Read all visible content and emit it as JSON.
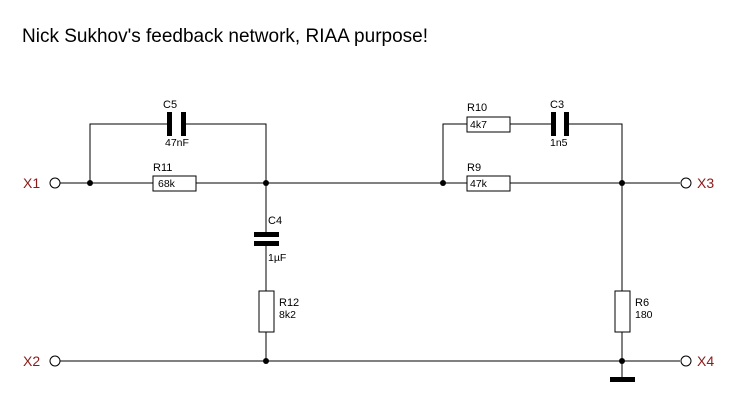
{
  "title": "Nick Sukhov's feedback network, RIAA purpose!",
  "terminals": {
    "x1": "X1",
    "x2": "X2",
    "x3": "X3",
    "x4": "X4"
  },
  "components": {
    "c5": {
      "ref": "C5",
      "value": "47nF"
    },
    "r11": {
      "ref": "R11",
      "value": "68k"
    },
    "c4": {
      "ref": "C4",
      "value": "1µF"
    },
    "r12": {
      "ref": "R12",
      "value": "8k2"
    },
    "r10": {
      "ref": "R10",
      "value": "4k7"
    },
    "c3": {
      "ref": "C3",
      "value": "1n5"
    },
    "r9": {
      "ref": "R9",
      "value": "47k"
    },
    "r6": {
      "ref": "R6",
      "value": "180"
    }
  },
  "colors": {
    "terminal_label": "#8b1a1a",
    "wire": "#000000"
  }
}
